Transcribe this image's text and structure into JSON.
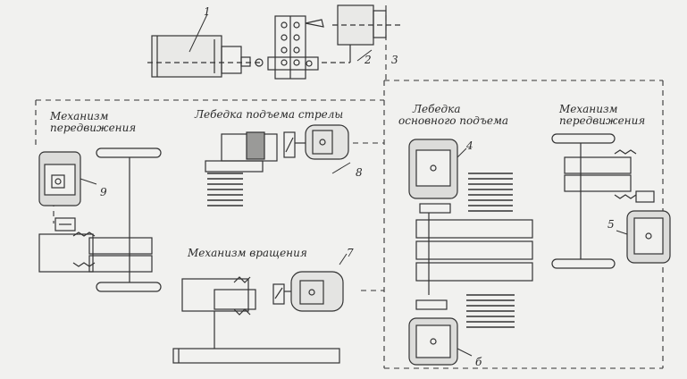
{
  "labels": {
    "mech_travel_left": [
      "Механизм",
      "передвижения"
    ],
    "boom_winch": "Лебедка подъема стрелы",
    "main_hoist": [
      "Лебедка",
      "основного подъема"
    ],
    "mech_travel_right": [
      "Механизм",
      "передвижения"
    ],
    "slewing": "Механизм вращения"
  },
  "callouts": [
    "1",
    "2",
    "3",
    "4",
    "5",
    "б",
    "7",
    "8",
    "9"
  ],
  "colors": {
    "ink": "#333333",
    "paper": "#f1f1ef",
    "fill": "#e4e4e2"
  }
}
